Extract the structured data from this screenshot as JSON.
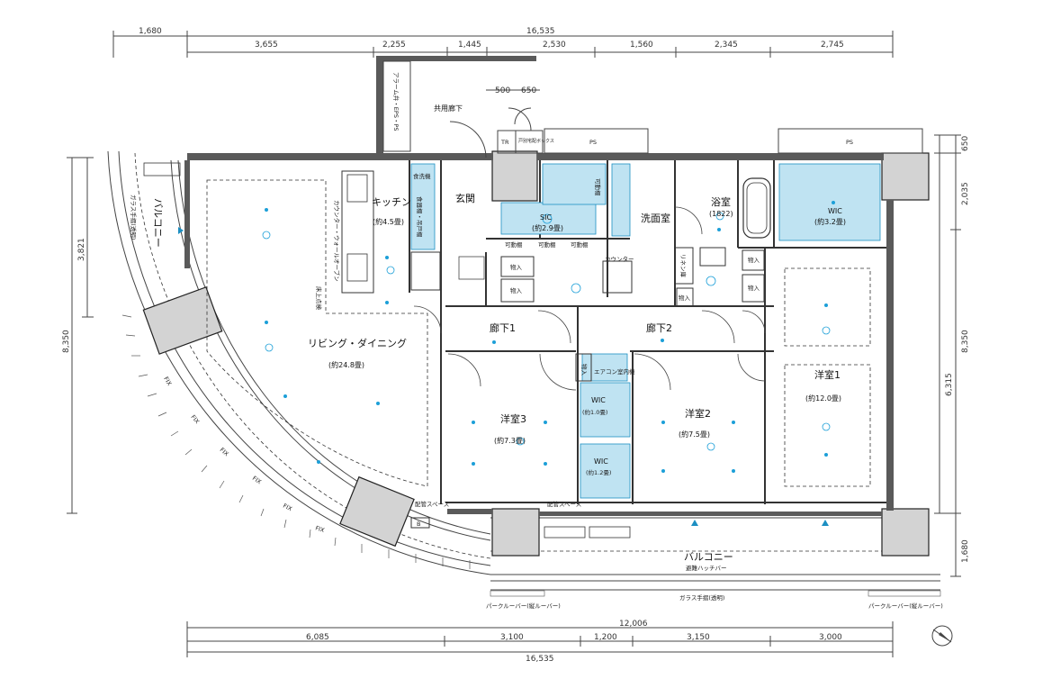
{
  "dimensions": {
    "top_total": "16,535",
    "top_left": "1,680",
    "top_segments": [
      "3,655",
      "2,255",
      "1,445",
      "2,530",
      "1,560",
      "2,345",
      "2,745"
    ],
    "door": [
      "500",
      "650"
    ],
    "bottom_total": "16,535",
    "bottom_mid": "12,006",
    "bottom_segments": [
      "6,085",
      "3,100",
      "1,200",
      "3,150",
      "3,000"
    ],
    "left_a": "3,821",
    "left_b": "8,350",
    "right_segments": [
      "650",
      "2,035",
      "8,350",
      "6,315",
      "1,680"
    ]
  },
  "rooms": {
    "shared_corridor": "共用廊下",
    "alarm_eps": "アラーム弁・EPS・PS",
    "tr": "TR",
    "delivery_box": "戸別宅配ボックス",
    "ps1": "PS",
    "ps2": "PS",
    "kitchen": "キッチン",
    "kitchen_size": "(約4.5畳)",
    "dishwasher": "食洗機",
    "pantry": "食器棚・吊戸棚",
    "counter_oven": "カウンター・ウォールオーブン",
    "floor_pipe": "床上点検",
    "entrance": "玄関",
    "sic": "SIC",
    "sic_size": "(約2.9畳)",
    "movable_shelf": "可動棚",
    "washroom": "洗面室",
    "bath": "浴室",
    "bath_size": "(1822)",
    "wic_main": "WIC",
    "wic_main_size": "(約3.2畳)",
    "storage": "物入",
    "counter": "カウンター",
    "linen": "リネン庫",
    "hall1": "廊下1",
    "hall2": "廊下2",
    "living": "リビング・ダイニング",
    "living_size": "(約24.8畳)",
    "balcony_left": "バルコニー",
    "glass_rail": "ガラス手摺(透明)",
    "room3": "洋室3",
    "room3_size": "(約7.3畳)",
    "wic_small": "WIC",
    "wic_small_size": "(約1.0畳)",
    "wic_small2": "WIC",
    "wic_small2_size": "(約1.2畳)",
    "room2": "洋室2",
    "room2_size": "(約7.5畳)",
    "room1": "洋室1",
    "room1_size": "(約12.0畳)",
    "aircon": "エアコン室内機",
    "pipe_space1": "配管スペース",
    "pipe_space2": "配管スペース",
    "balcony_bottom": "バルコニー",
    "handrail_bar": "避難ハッチバー",
    "glass_rail_bottom": "ガラス手摺(透明)",
    "louver_left": "パークルーバー(縦ルーバー)",
    "louver_right": "パークルーバー(縦ルーバー)",
    "fix": "FIX",
    "letter_b": "B"
  }
}
